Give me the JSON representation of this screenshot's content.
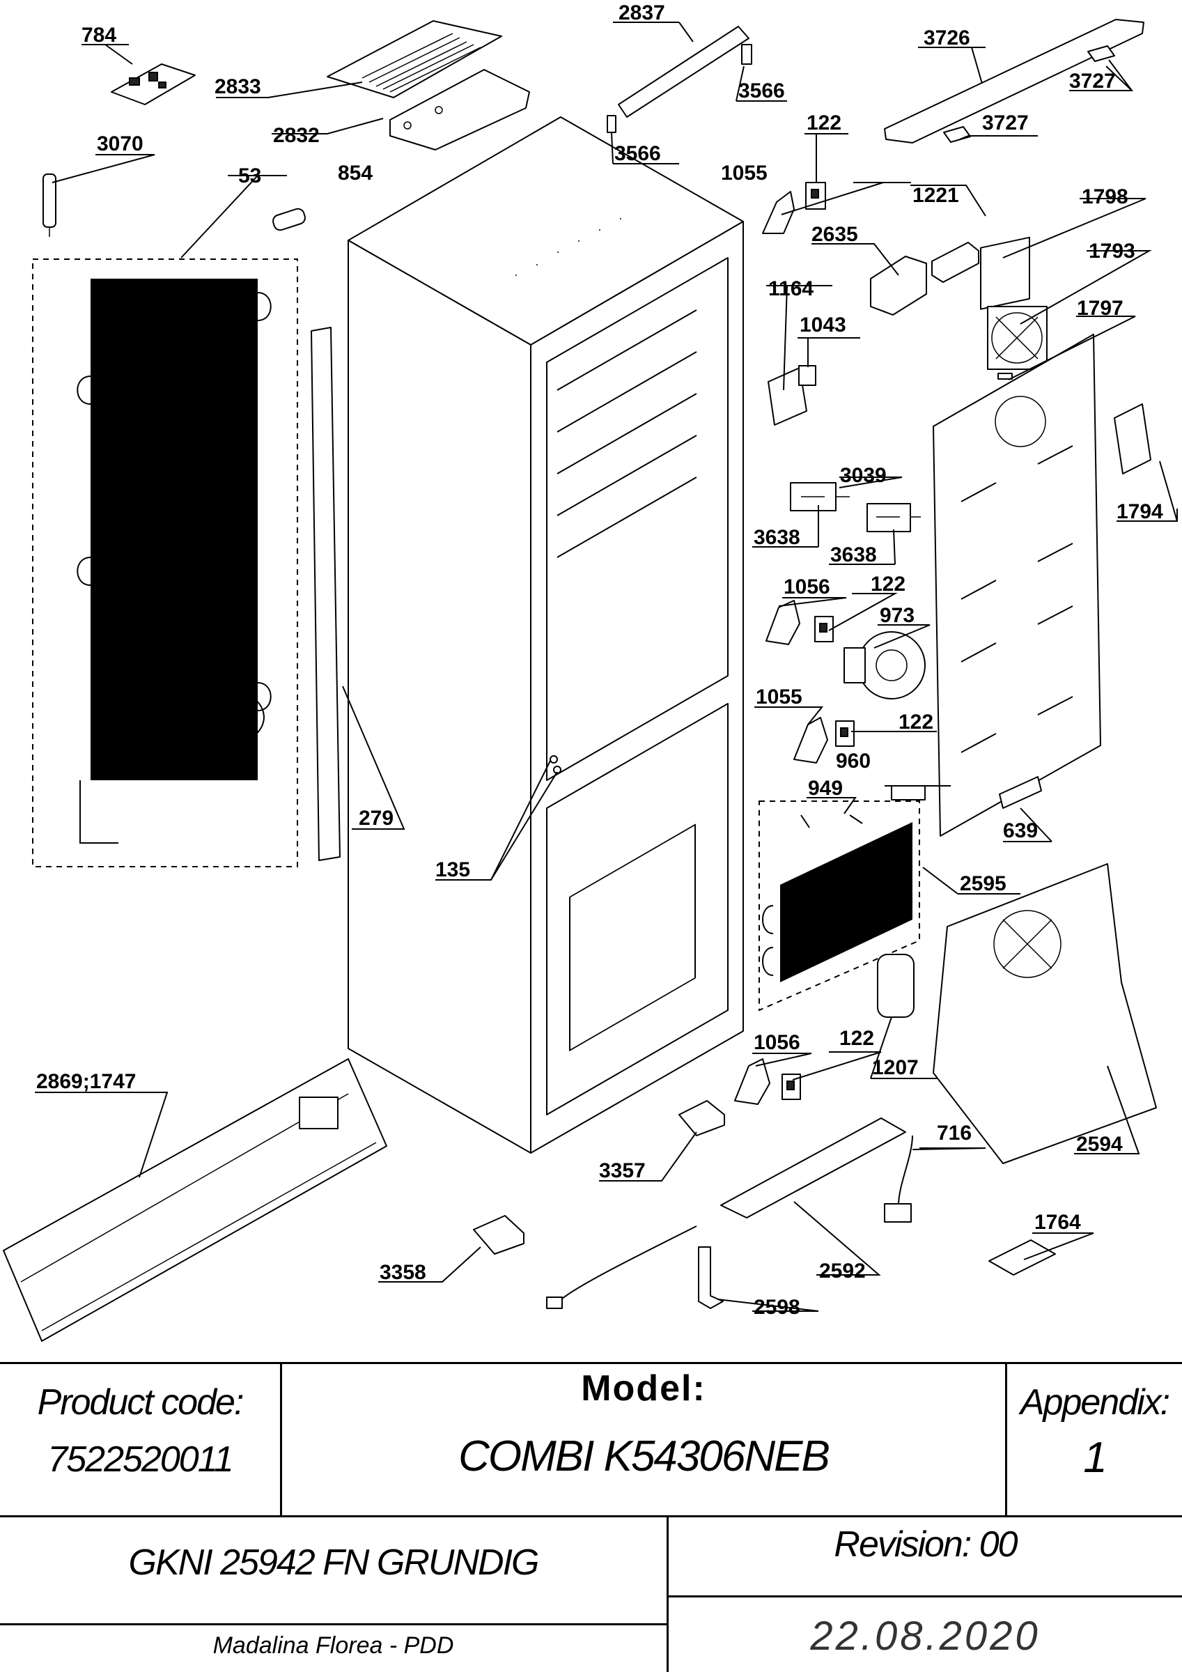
{
  "labels": {
    "l784": "784",
    "l2837": "2837",
    "l3726": "3726",
    "l2833": "2833",
    "l3566a": "3566",
    "l3727a": "3727",
    "l3727b": "3727",
    "l2832": "2832",
    "l122a": "122",
    "l3070": "3070",
    "l3566b": "3566",
    "l53": "53",
    "l854": "854",
    "l1055a": "1055",
    "l1221": "1221",
    "l1798": "1798",
    "l2635": "2635",
    "l1793": "1793",
    "l1164": "1164",
    "l1797": "1797",
    "l1043": "1043",
    "l3039": "3039",
    "l1794": "1794",
    "l3638a": "3638",
    "l3638b": "3638",
    "l1056a": "1056",
    "l122b": "122",
    "l973": "973",
    "l1055b": "1055",
    "l122c": "122",
    "l960": "960",
    "l949": "949",
    "l279": "279",
    "l639": "639",
    "l135": "135",
    "l2595": "2595",
    "l1056b": "1056",
    "l122d": "122",
    "l2869": "2869;1747",
    "l1207": "1207",
    "l716": "716",
    "l2594": "2594",
    "l3357": "3357",
    "l1764": "1764",
    "l2592": "2592",
    "l3358": "3358",
    "l2598": "2598"
  },
  "title_block": {
    "product_code_label": "Product code:",
    "product_code": "7522520011",
    "model_label": "Model:",
    "model": "COMBI K54306NEB",
    "appendix_label": "Appendix:",
    "appendix": "1",
    "product_name": "GKNI 25942 FN GRUNDIG",
    "revision": "Revision: 00",
    "author": "Madalina Florea - PDD",
    "date": "22.08.2020"
  }
}
